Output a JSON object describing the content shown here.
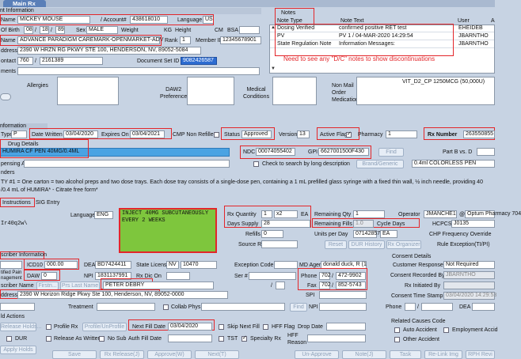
{
  "tab": {
    "label": "Main Rx"
  },
  "patient": {
    "section": "nt Information",
    "name_label": "Name",
    "name": "MICKEY MOUSE",
    "account_label": "/ Account#",
    "account": "438618010",
    "language_label": "Language",
    "language": "US",
    "dob_label": "Of Birth",
    "dob_m": "08",
    "dob_d": "18",
    "dob_y": "89",
    "sex_label": "Sex",
    "sex": "MALE",
    "weight_label": "Weight",
    "weight_unit": "KG",
    "height_label": "Height",
    "height_unit": "CM",
    "bsa_label": "BSA",
    "plan_label": "Name",
    "plan": "ADVANCE PARADIGM CAREMARK-OPENMARKET-ADV",
    "rank_label": "Rank",
    "rank": "1",
    "member_label": "Member ID",
    "member": "12345678901",
    "address_label": "ddress",
    "address": "2390 W HRZN RG PKWY STE 100, HENDERSON, NV, 89052-5084",
    "contact_label": "ontact",
    "contact_area": "760",
    "contact_num": "2161389",
    "docset_label": "Document Set ID",
    "docset": "9082426587",
    "comments_label": "ments"
  },
  "notes": {
    "section": "Notes",
    "header_type": "Note Type",
    "header_text": "Note Text",
    "header_user": "User",
    "header_a": "A",
    "rows": [
      {
        "type": "Dosing Verified",
        "text": "confirmed positive RET test",
        "user": "EHEIDEB"
      },
      {
        "type": "PV",
        "text": "PV 1 / 04-MAR-2020 14:29:54",
        "user": "JBARNTHO"
      },
      {
        "type": "State Regulation Note",
        "text": "Information Messages:",
        "user": "JBARNTHO"
      }
    ],
    "annotation": "Need to see any \"D/C\" notes to show discontinuations"
  },
  "clinical": {
    "allergies_label": "Allergies",
    "daw2_label": "DAW2\nPreference",
    "medical_label": "Medical\nConditions",
    "nonmail_label": "Non Mail\nOrder\nMedications",
    "nonmail_value": "VIT_D2_CP 1250MCG (50,000U)"
  },
  "rx": {
    "section": "nformation",
    "type_label": "Type",
    "type": "P",
    "written_label": "Date Written",
    "written": "03/04/2020",
    "expires_label": "Expires On",
    "expires": "03/04/2021",
    "cmp_label": "CMP Non Refiller",
    "status_label": "Status",
    "status": "Approved",
    "version_label": "Version",
    "version": "13",
    "active_label": "Active Flag",
    "pharmacy_label": "Pharmacy",
    "pharmacy": "1",
    "rxnum_label": "Rx Number",
    "rxnum": "263550855"
  },
  "drug": {
    "section": "Drug Details",
    "name": "HUMIRA CF PEN 40MG/0.4ML",
    "ndc_label": "NDC",
    "ndc": "00074055402",
    "gpi_label": "GPI",
    "gpi": "6627001500F430",
    "find_label": "Find",
    "partb_label": "Part B vs. D",
    "dispensing_label": "pensing As",
    "longdesc_label": "Check to search by long description",
    "brand_label": "Brand/Generic",
    "desc": "0.4ml COLORLESS PEN",
    "reminders_label": "nders",
    "reminder_text_1": "TY #1 = One carton = two alcohol preps and two dose trays. Each dose tray consists of a single-dose pen, containing a 1 mL prefilled glass syringe with a fixed thin wall, ½ inch needle, providing 40",
    "reminder_text_2": "/0.4 mL of HUMIRA* - Citrate free form*"
  },
  "sig": {
    "instructions_tab": "Instructions",
    "sig_entry_tab": "SIG Entry",
    "language_label": "Language",
    "language": "ENG",
    "code": "Ir40q2w\\",
    "text": "INJECT 40MG SUBCUTANEOUSLY\nEVERY 2 WEEKS"
  },
  "quantity": {
    "qty_label": "Rx Quantity",
    "qty": "1",
    "qty_mult": "x2",
    "qty_unit": "EA",
    "days_label": "Days Supply",
    "days": "28",
    "refills_label": "Refills",
    "refills": "0",
    "source_label": "Source Rx",
    "remqty_label": "Remaining Qty",
    "remqty": "1",
    "remfills_label": "Remaining Fills",
    "remfills": "1.0",
    "cycle_label": "Cycle Days",
    "units_label": "Units per Day",
    "units": "07142857",
    "units_unit": "EA",
    "reset_label": "Reset",
    "duri_label": "DUR History",
    "rxorg_label": "Rx Organizer",
    "operator_label": "Operator",
    "operator": "JMANCHE1",
    "optum_label": "@",
    "optum": "Optum Pharmacy 704",
    "hcpcs_label": "HCPCS",
    "hcpcs": "J0135",
    "chp_label": "CHP Frequency Override",
    "rule_label": "Rule Exception(TI/PI)"
  },
  "prescriber": {
    "section": "scriber Information",
    "icd_label": "ICD10",
    "icd": "000.00",
    "dea_label": "DEA",
    "dea": "BD7424411",
    "license_label": "State License",
    "license_state": "NV",
    "license": "10470",
    "exception_label": "Exception Code",
    "mdagent_label": "MD Agent",
    "mdagent": "donald duck, R (1",
    "pain_label": "tified Pain\nnagement",
    "daw_label": "DAW",
    "daw": "0",
    "npi_label": "NPI",
    "npi": "1831137991",
    "rxdc_label": "Rx Dic On",
    "ser_label": "Ser #",
    "name_label": "scriber Name",
    "first_tab": "Firstn...",
    "last_tab": "Prs Last Name",
    "name": "PETER DEBRY",
    "phone_label": "Phone",
    "phone_area": "702",
    "phone": "472-9902",
    "fax_label": "Fax",
    "fax_area": "702",
    "fax": "852-5743",
    "address_label": "ddress",
    "address": "2390 W Horizon Ridge Pkwy Ste 100, Henderson, NV, 89052-0000",
    "spi_label": "SPI",
    "treatment_label": "Treatment",
    "collab_label": "Collab Phys",
    "find_label": "Find",
    "npi2_label": "NPI",
    "phone2_label": "Phone"
  },
  "consent": {
    "section": "Consent Details",
    "response_label": "Customer Response",
    "response": "Not Required",
    "recorded_label": "Consent Recorded By",
    "recorded": "JBARNTHO",
    "initiated_label": "Rx Initiated By",
    "timestamp_label": "Consent Time Stamp",
    "timestamp": "03/04/2020 14:29:53",
    "dea_label": "DEA"
  },
  "hold": {
    "section": "ld Actions",
    "release_button": "Release Holds...",
    "profile_rx_label": "Profile Rx",
    "profile_unprofile_button": "Profile/UnProfile",
    "next_fill_label": "Next Fill Date",
    "next_fill": "03/04/2020",
    "skip_label": "Skip Next Fill",
    "hff_label": "HFF Flag",
    "drop_label": "Drop Date",
    "dur_label": "DUR",
    "release_written_label": "Release As Written",
    "nosub_label": "No Sub",
    "authfill_label": "Auth Fill Date",
    "tst_label": "TST",
    "specialty_label": "Specialty Rx",
    "hff_reason_label": "HFF\nReason",
    "apply_holds_button": "Apply Holds"
  },
  "related": {
    "section": "Related Causes Code",
    "auto_label": "Auto Accident",
    "employment_label": "Employment Accid",
    "other_label": "Other Accident"
  },
  "bottom_buttons": {
    "save": "Save",
    "rx_release": "Rx Release(J)",
    "approve": "Approve(W)",
    "next": "Next(T)",
    "unapprove": "Un-Approve",
    "note": "Note(J)",
    "task": "Task",
    "relink": "Re-Link Img",
    "rph": "RPH Revi"
  },
  "colors": {
    "highlight_red": "#e3262a",
    "selection_blue": "#2d6cd1",
    "sig_green": "#7ec63d",
    "panel_bg": "#c7d3e3"
  }
}
